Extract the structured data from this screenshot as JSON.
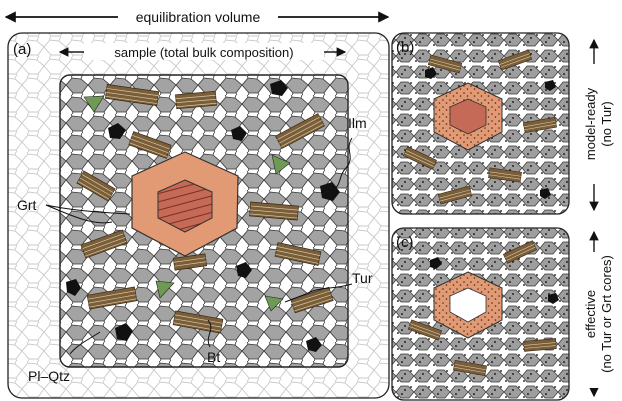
{
  "labels": {
    "equilibration_volume": "equilibration volume",
    "panel_a": "(a)",
    "sample": "sample (total bulk composition)",
    "ilm": "Ilm",
    "grt": "Grt",
    "tur": "Tur",
    "bt": "Bt",
    "pl_qtz": "Pl–Qtz",
    "panel_b": "(b)",
    "panel_c": "(c)",
    "model_ready": "model-ready",
    "no_tur": "(no Tur)",
    "effective": "effective",
    "no_tur_grt": "(no Tur or Grt cores)"
  },
  "colors": {
    "garnet_rim": "#e19a74",
    "garnet_core": "#c46a56",
    "biotite": "#7a5e3a",
    "tourmaline": "#6f9a54",
    "ilmenite": "#111111",
    "plagioclase_grey": "#9c9c9c",
    "quartz_light": "#d6d6d6"
  }
}
